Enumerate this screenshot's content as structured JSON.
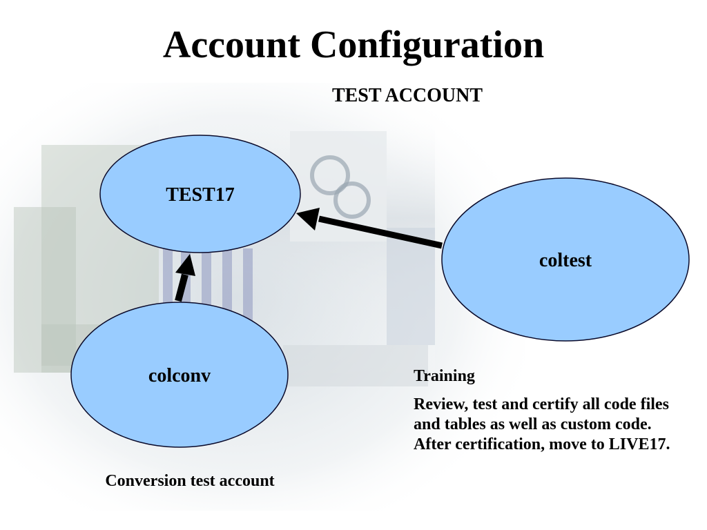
{
  "slide": {
    "title": "Account Configuration",
    "subtitle": "TEST ACCOUNT"
  },
  "nodes": {
    "test17": "TEST17",
    "coltest": "coltest",
    "colconv": "colconv"
  },
  "captions": {
    "colconv": "Conversion test account"
  },
  "notes": {
    "heading": "Training",
    "body": "Review, test and certify all code files and tables as well as custom code. After certification, move to LIVE17."
  },
  "colors": {
    "node_fill": "#99ccff",
    "node_stroke": "#0a0a2a",
    "arrow": "#000000"
  }
}
